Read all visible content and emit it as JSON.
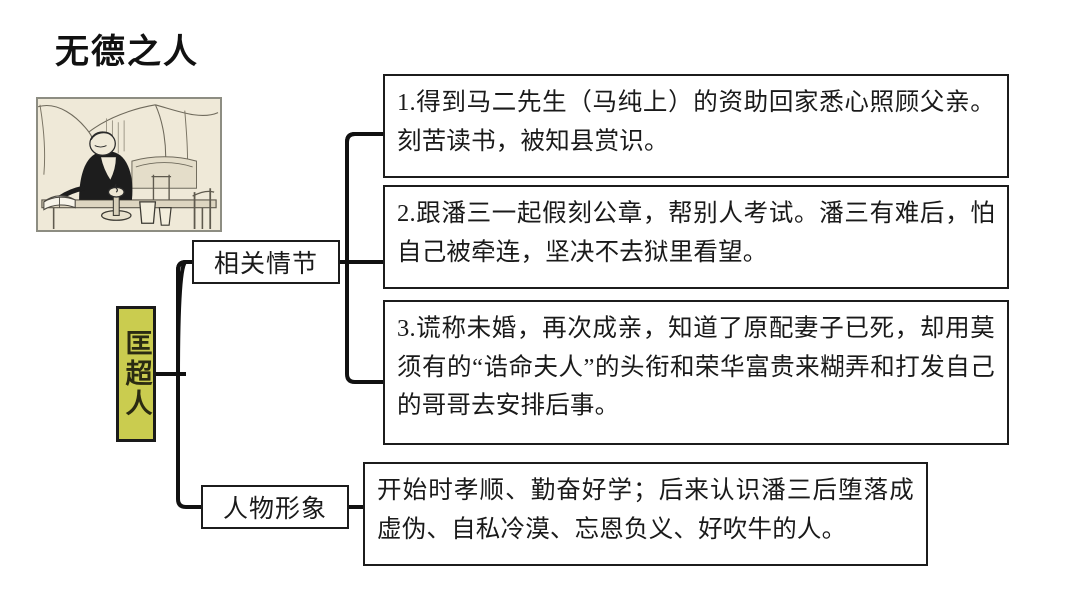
{
  "title": "无德之人",
  "illustration": {
    "alt": "古代书生夜读插图",
    "border_color": "#8d8d82",
    "paper_color": "#efe9d8"
  },
  "root": {
    "label": "匡超人",
    "fill_color": "#cacc4f",
    "border_color": "#1a1a1a"
  },
  "branches": [
    {
      "label": "相关情节"
    },
    {
      "label": "人物形象"
    }
  ],
  "boxes": [
    {
      "text": "1.得到马二先生（马纯上）的资助回家悉心照顾父亲。刻苦读书，被知县赏识。"
    },
    {
      "text": "2.跟潘三一起假刻公章，帮别人考试。潘三有难后，怕自己被牵连，坚决不去狱里看望。"
    },
    {
      "text": "3.谎称未婚，再次成亲，知道了原配妻子已死，却用莫须有的“诰命夫人”的头衔和荣华富贵来糊弄和打发自己的哥哥去安排后事。"
    },
    {
      "text": "开始时孝顺、勤奋好学；后来认识潘三后堕落成虚伪、自私冷漠、忘恩负义、好吹牛的人。"
    }
  ],
  "colors": {
    "line": "#111111",
    "text": "#1a1a1a",
    "background": "#ffffff"
  }
}
